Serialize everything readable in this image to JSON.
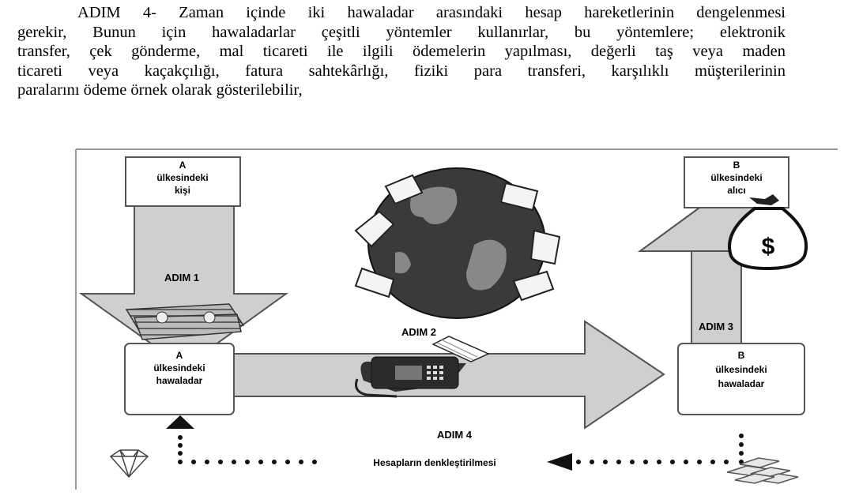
{
  "paragraph": {
    "lines": [
      "ADIM 4- Zaman içinde iki hawaladar arasındaki hesap hareketlerinin dengelenmesi",
      "gerekir, Bunun için hawaladarlar çeşitli yöntemler kullanırlar, bu yöntemlere; elektronik",
      "transfer, çek gönderme, mal ticareti ile ilgili ödemelerin yapılması, değerli taş veya maden",
      "ticareti veya kaçakçılığı, fatura sahtekârlığı, fiziki para transferi, karşılıklı müşterilerinin",
      "paralarını ödeme örnek olarak gösterilebilir,"
    ]
  },
  "diagram": {
    "sender_box": {
      "line1": "A",
      "line2": "ülkesindeki",
      "line3": "kişi"
    },
    "receiver_box": {
      "line1": "B",
      "line2": "ülkesindeki",
      "line3": "alıcı"
    },
    "hawaladar_a": {
      "line1": "A",
      "line2": "ülkesindeki",
      "line3": "hawaladar"
    },
    "hawaladar_b": {
      "line1": "B",
      "line2": "ülkesindeki",
      "line3": "hawaladar"
    },
    "step1": "ADIM 1",
    "step2": "ADIM 2",
    "step3": "ADIM 3",
    "step4": "ADIM 4",
    "settlement_label": "Hesapların denkleştirilmesi",
    "money_bag_symbol": "$",
    "colors": {
      "arrow_fill": "#cfcfcf",
      "arrow_stroke": "#555555",
      "box_fill": "#ffffff",
      "globe": "#3a3a3a"
    },
    "icons": [
      "cash-stack-icon",
      "globe-icon",
      "fax-machine-icon",
      "money-bag-icon",
      "diamond-icon",
      "gold-bars-icon"
    ]
  }
}
